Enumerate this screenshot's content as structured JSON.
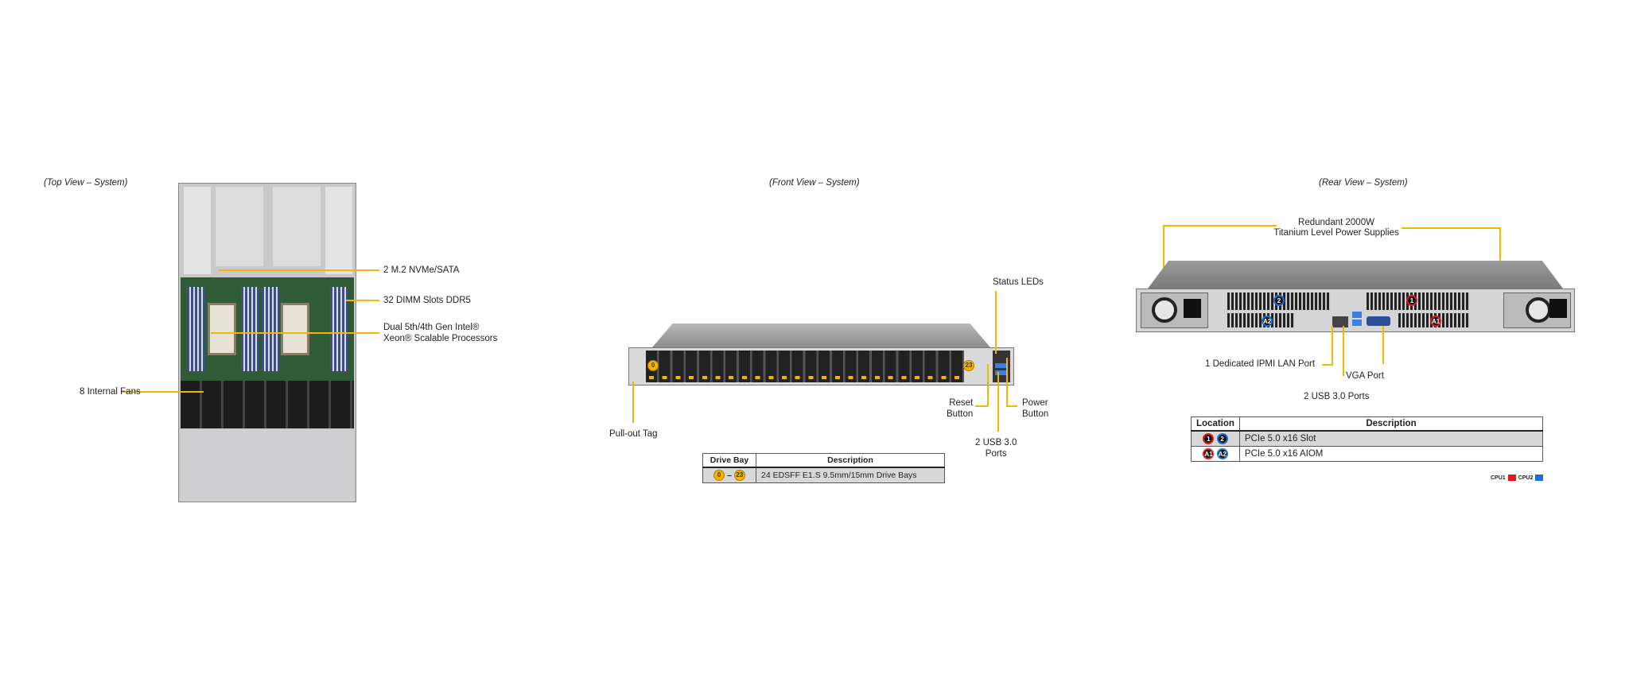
{
  "top_view": {
    "caption": "(Top View – System)",
    "labels": {
      "m2": "2 M.2 NVMe/SATA",
      "dimm": "32 DIMM Slots DDR5",
      "cpu_line1": "Dual 5th/4th Gen Intel®",
      "cpu_line2": "Xeon® Scalable Processors",
      "fans": "8 Internal Fans"
    }
  },
  "front_view": {
    "caption": "(Front View – System)",
    "labels": {
      "status_leds": "Status LEDs",
      "pull_out_tag": "Pull-out Tag",
      "reset_1": "Reset",
      "reset_2": "Button",
      "power_1": "Power",
      "power_2": "Button",
      "usb_1": "2 USB 3.0",
      "usb_2": "Ports"
    },
    "bay_badges": {
      "first": "0",
      "last": "23"
    },
    "table": {
      "headers": [
        "Drive Bay",
        "Description"
      ],
      "rows": [
        {
          "from": "0",
          "sep": "–",
          "to": "23",
          "description": "24 EDSFF E1.S 9.5mm/15mm Drive Bays"
        }
      ]
    }
  },
  "rear_view": {
    "caption": "(Rear View – System)",
    "labels": {
      "psu_1": "Redundant 2000W",
      "psu_2": "Titanium Level Power Supplies",
      "ipmi": "1 Dedicated IPMI LAN Port",
      "vga": "VGA Port",
      "usb": "2 USB 3.0 Ports"
    },
    "slot_badges": {
      "s1": "1",
      "s2": "2",
      "a1": "A1",
      "a2": "A2"
    },
    "table": {
      "headers": [
        "Location",
        "Description"
      ],
      "rows": [
        {
          "b1": "1",
          "b2": "2",
          "description": "PCIe 5.0 x16 Slot"
        },
        {
          "b1": "A1",
          "b2": "A2",
          "description": "PCIe 5.0 x16 AIOM"
        }
      ]
    },
    "legend": [
      {
        "label": "CPU1",
        "color": "#e01b1b"
      },
      {
        "label": "CPU2",
        "color": "#1e6fd0"
      }
    ]
  },
  "colors": {
    "leader": "#f2b705"
  }
}
